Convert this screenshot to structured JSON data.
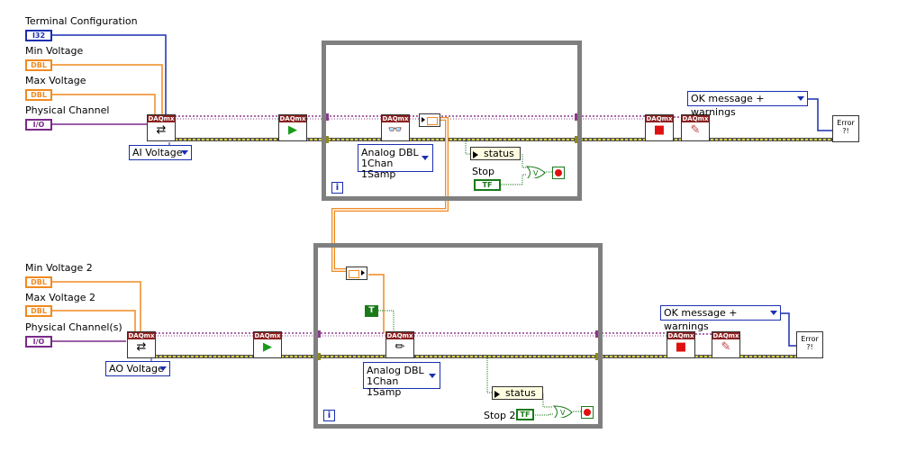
{
  "top": {
    "labels": {
      "terminal_config": "Terminal Configuration",
      "min_voltage": "Min Voltage",
      "max_voltage": "Max Voltage",
      "physical_channel": "Physical Channel"
    },
    "terminals": {
      "i32": "I32",
      "dbl": "DBL",
      "io": "I/O"
    },
    "ai_ring": "AI Voltage",
    "read_ring_line1": "Analog DBL",
    "read_ring_line2": "1Chan 1Samp",
    "status_label": "status",
    "stop_label": "Stop",
    "stop_tf": "TF",
    "error_ring": "OK message + warnings",
    "loop_i": "i"
  },
  "bottom": {
    "labels": {
      "min_voltage": "Min Voltage 2",
      "max_voltage": "Max Voltage 2",
      "physical_channel": "Physical Channel(s)"
    },
    "terminals": {
      "dbl": "DBL",
      "io": "I/O"
    },
    "ao_ring": "AO Voltage",
    "write_ring_line1": "Analog DBL",
    "write_ring_line2": "1Chan 1Samp",
    "true_const": "T",
    "status_label": "status",
    "stop_label": "Stop 2",
    "stop_tf": "TF",
    "error_ring": "OK message + warnings",
    "loop_i": "i"
  },
  "vi_header": "DAQmx",
  "error_text": "Error ?!",
  "colors": {
    "task_wire": "#8b3a8b",
    "error_wire": "#b0a020",
    "dbl_wire": "#f08a20",
    "i32_wire": "#1a2fb0",
    "bool_wire": "#1a7a1a",
    "loop_border": "#7f7f7f"
  }
}
